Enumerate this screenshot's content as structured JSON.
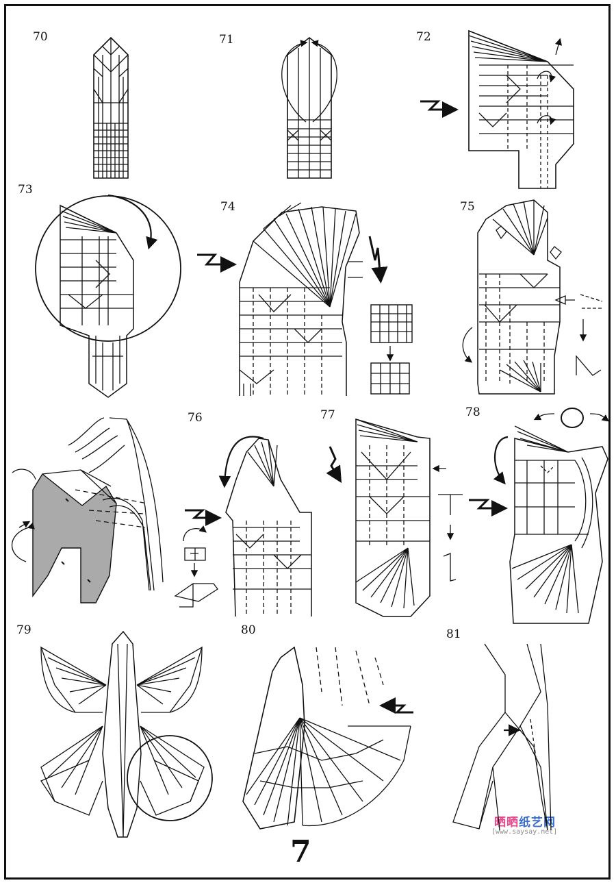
{
  "steps": [
    "70",
    "71",
    "72",
    "73",
    "74",
    "75",
    "76",
    "77",
    "78",
    "79",
    "80",
    "81"
  ],
  "page_number": "7",
  "watermark": {
    "logo_a": "晒晒",
    "logo_b": "纸艺网",
    "url": "[www.saysay.net]"
  },
  "colors": {
    "ink": "#111111",
    "shade": "#aaaaaa",
    "logo_pink": "#e8458a",
    "logo_blue": "#3a6fd1"
  }
}
